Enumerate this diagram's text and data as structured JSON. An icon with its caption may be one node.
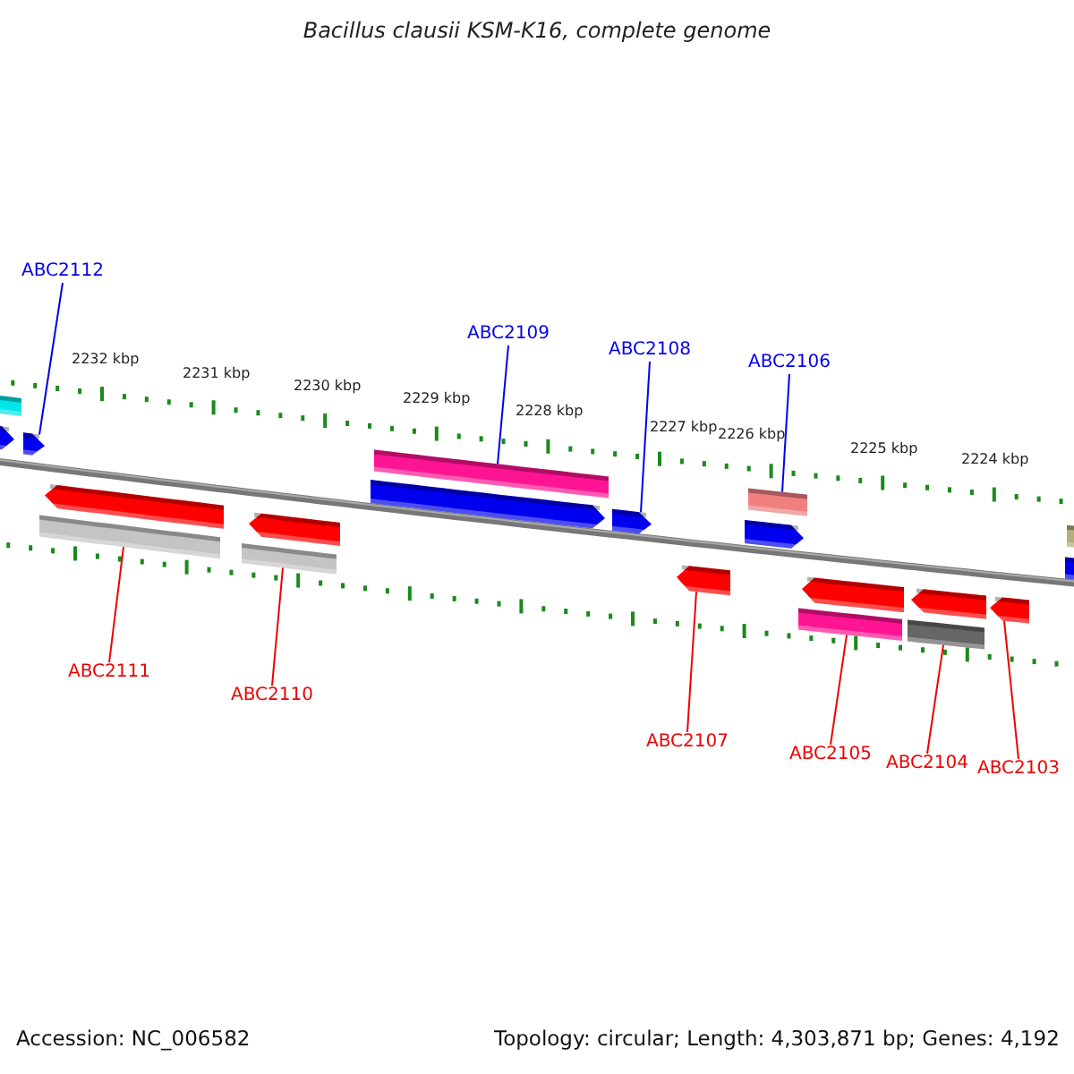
{
  "diagram": {
    "title": "Bacillus clausii KSM-K16, complete genome",
    "nodes": [
      {
        "text": [
          "ABC2112"
        ]
      },
      {
        "text": [
          "ABC2109"
        ]
      },
      {
        "text": [
          "ABC2108"
        ]
      },
      {
        "text": [
          "ABC2106"
        ]
      },
      {
        "text": [
          "ABC2111"
        ]
      },
      {
        "text": [
          "ABC2110"
        ]
      },
      {
        "text": [
          "ABC2107"
        ]
      },
      {
        "text": [
          "ABC2105"
        ]
      },
      {
        "text": [
          "ABC2104"
        ]
      },
      {
        "text": [
          "ABC2103"
        ]
      },
      {
        "text": [],
        "shape": "arrow"
      },
      {
        "text": [],
        "shape": "bar"
      },
      {
        "text": [],
        "shape": "arrow"
      },
      {
        "text": [],
        "shape": "bar"
      },
      {
        "text": [],
        "shape": "arrow"
      },
      {
        "text": [],
        "shape": "bar"
      },
      {
        "text": [],
        "shape": "arrow"
      },
      {
        "text": [],
        "shape": "arrow"
      },
      {
        "text": [],
        "shape": "bar"
      },
      {
        "text": [],
        "shape": "arrow"
      },
      {
        "text": [],
        "shape": "arrow"
      },
      {
        "text": [],
        "shape": "arrow"
      },
      {
        "text": [],
        "shape": "bar"
      },
      {
        "text": [],
        "shape": "bar"
      },
      {
        "text": [],
        "shape": "arrow"
      },
      {
        "text": [],
        "shape": "bar"
      },
      {
        "text": [],
        "shape": "arrow"
      },
      {
        "text": [],
        "shape": "arrow"
      },
      {
        "text": [],
        "shape": "bar"
      },
      {
        "text": [],
        "shape": "bar"
      }
    ],
    "edges": [
      {
        "from": 0,
        "to": 12,
        "arrow": "none",
        "color": "#0000ee"
      },
      {
        "from": 1,
        "to": 18,
        "arrow": "none",
        "color": "#0000ee"
      },
      {
        "from": 2,
        "to": 19,
        "arrow": "none",
        "color": "#0000ee"
      },
      {
        "from": 3,
        "to": 22,
        "arrow": "none",
        "color": "#0000ee"
      },
      {
        "from": 4,
        "to": 13,
        "arrow": "none"
      },
      {
        "from": 5,
        "to": 15,
        "arrow": "none"
      },
      {
        "from": 6,
        "to": 20,
        "arrow": "none"
      },
      {
        "from": 7,
        "to": 23,
        "arrow": "none"
      },
      {
        "from": 8,
        "to": 25,
        "arrow": "none"
      },
      {
        "from": 9,
        "to": 27,
        "arrow": "none"
      }
    ],
    "labels": [
      "2232 kbp",
      "2231 kbp",
      "2230 kbp",
      "2229 kbp",
      "2228 kbp",
      "2227 kbp",
      "2226 kbp",
      "2225 kbp",
      "2224 kbp",
      "Accession: NC_006582",
      "Topology: circular; Length: 4,303,871 bp; Genes: 4,192"
    ]
  }
}
